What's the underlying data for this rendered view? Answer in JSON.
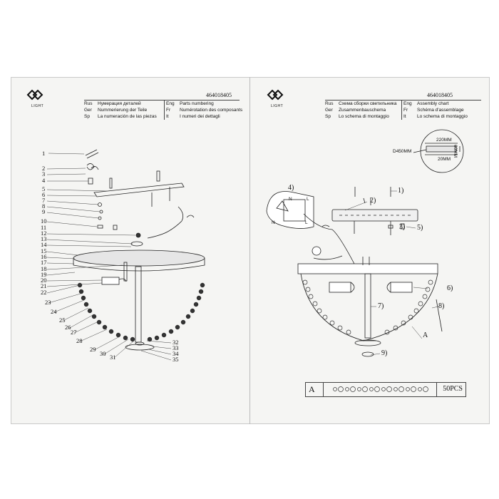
{
  "left_page": {
    "code": "464018405",
    "logo_text": "LIGHT",
    "header": [
      {
        "lang": "Rus",
        "text": "Нумерация деталей",
        "lang2": "Eng",
        "text2": "Parts numbering"
      },
      {
        "lang": "Ger",
        "text": "Nummerierung der Teile",
        "lang2": "Fr",
        "text2": "Numérotation des composants"
      },
      {
        "lang": "Sp",
        "text": "La numeración de las piezas",
        "lang2": "It",
        "text2": "I numeri dei dettagli"
      }
    ],
    "part_numbers_left": [
      "1",
      "2",
      "3",
      "4",
      "5",
      "6",
      "7",
      "8",
      "9",
      "10",
      "11",
      "12",
      "13",
      "14",
      "15",
      "16",
      "17",
      "18",
      "19",
      "20",
      "21",
      "22"
    ],
    "part_numbers_curve": [
      "23",
      "24",
      "25",
      "26",
      "27",
      "28",
      "29",
      "30",
      "31"
    ],
    "part_numbers_right": [
      "32",
      "33",
      "34",
      "35"
    ]
  },
  "right_page": {
    "code": "464018405",
    "logo_text": "LIGHT",
    "header": [
      {
        "lang": "Rus",
        "text": "Схема сборки светильника",
        "lang2": "Eng",
        "text2": "Assembly chart"
      },
      {
        "lang": "Ger",
        "text": "Zusammenbauschema",
        "lang2": "Fr",
        "text2": "Schéma d'assemblage"
      },
      {
        "lang": "Sp",
        "text": "Lo schema di montaggio",
        "lang2": "It",
        "text2": "Lo schema di montaggio"
      }
    ],
    "dims": {
      "diameter": "D450MM",
      "width": "220MM",
      "bar": "20MM",
      "height": "60MM"
    },
    "steps": [
      "1)",
      "2)",
      "3)",
      "4)",
      "5)",
      "6)",
      "7)",
      "8)",
      "9)"
    ],
    "wire_labels": [
      "N",
      "L",
      "N",
      "L"
    ],
    "chain_label": "A",
    "legend": {
      "label": "A",
      "count": "50PCS"
    }
  }
}
